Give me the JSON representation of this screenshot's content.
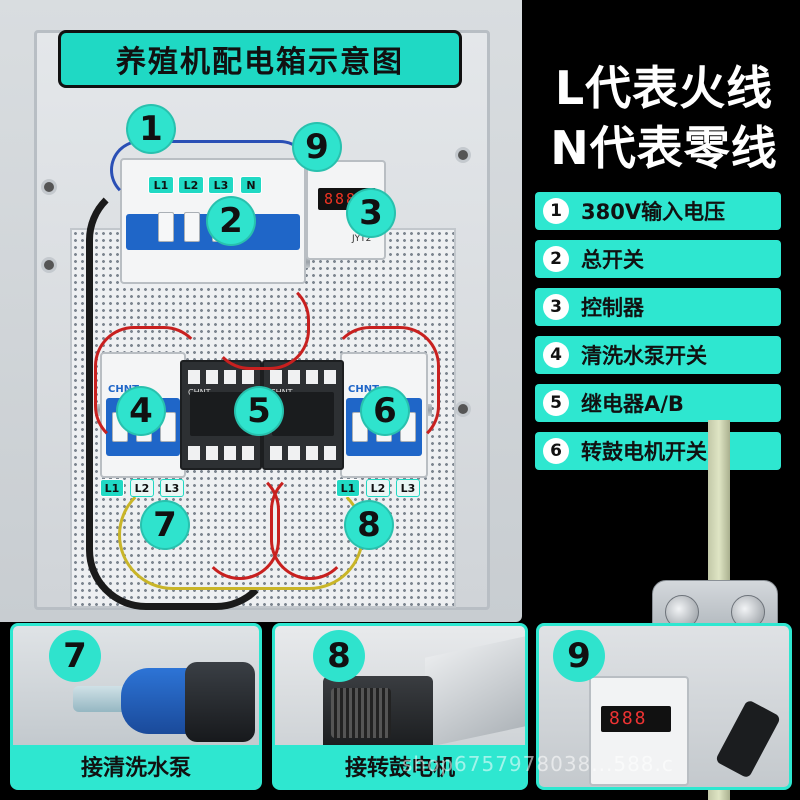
{
  "title": "养殖机配电箱示意图",
  "legend_header": {
    "line1": "L代表火线",
    "line2": "N代表零线"
  },
  "legend_items": [
    {
      "num": "1",
      "label": "380V输入电压"
    },
    {
      "num": "2",
      "label": "总开关"
    },
    {
      "num": "3",
      "label": "控制器"
    },
    {
      "num": "4",
      "label": "清洗水泵开关"
    },
    {
      "num": "5",
      "label": "继电器A/B"
    },
    {
      "num": "6",
      "label": "转鼓电机开关"
    }
  ],
  "badges": {
    "b1": "1",
    "b2": "2",
    "b3": "3",
    "b4": "4",
    "b5": "5",
    "b6": "6",
    "b7": "7",
    "b8": "8",
    "b9": "9"
  },
  "terminals": {
    "top": [
      "L1",
      "L2",
      "L3",
      "N"
    ],
    "left_bottom": [
      "L1",
      "L2",
      "L3"
    ],
    "right_bottom": [
      "L1",
      "L2",
      "L3"
    ]
  },
  "brand_labels": {
    "left_breaker": "CHNT",
    "right_breaker": "CHNT",
    "relay_left": "CHNT",
    "relay_right": "CHNT",
    "controller": "JYT2"
  },
  "panels": [
    {
      "num": "7",
      "caption": "接清洗水泵"
    },
    {
      "num": "8",
      "caption": "接转鼓电机"
    },
    {
      "num": "9",
      "caption": ""
    }
  ],
  "watermark": "shop6757978038...588.c",
  "colors": {
    "accent": "#2ee7d0",
    "background": "#000000",
    "wire_live": "#c8201f",
    "breaker_blue": "#1f66c8"
  }
}
